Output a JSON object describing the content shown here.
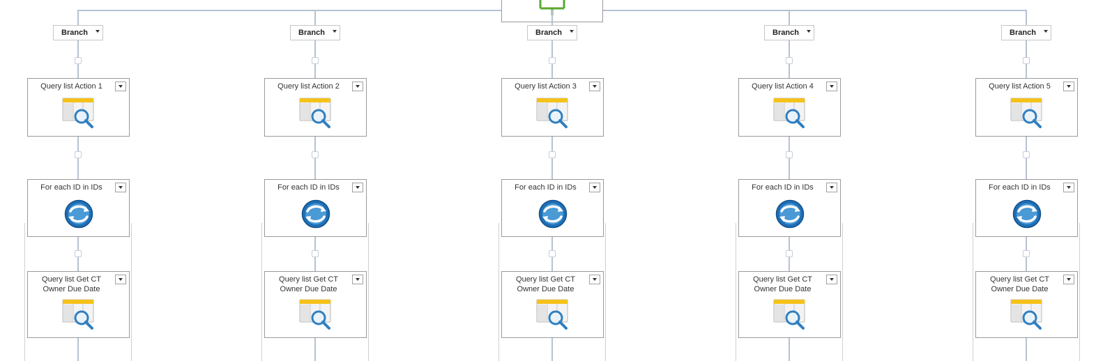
{
  "workflow": {
    "root": {
      "icon": "parallel-block-icon"
    },
    "branches": [
      {
        "branch_label": "Branch",
        "query_action": {
          "title": "Query list Action 1",
          "icon": "query-list-icon"
        },
        "loop_action": {
          "title": "For each ID in IDs",
          "icon": "loop-icon"
        },
        "inner_action": {
          "title": "Query list Get CT Owner Due Date",
          "icon": "query-list-icon"
        }
      },
      {
        "branch_label": "Branch",
        "query_action": {
          "title": "Query list Action 2",
          "icon": "query-list-icon"
        },
        "loop_action": {
          "title": "For each ID in IDs",
          "icon": "loop-icon"
        },
        "inner_action": {
          "title": "Query list Get CT Owner Due Date",
          "icon": "query-list-icon"
        }
      },
      {
        "branch_label": "Branch",
        "query_action": {
          "title": "Query list Action 3",
          "icon": "query-list-icon"
        },
        "loop_action": {
          "title": "For each ID in IDs",
          "icon": "loop-icon"
        },
        "inner_action": {
          "title": "Query list Get CT Owner Due Date",
          "icon": "query-list-icon"
        }
      },
      {
        "branch_label": "Branch",
        "query_action": {
          "title": "Query list Action 4",
          "icon": "query-list-icon"
        },
        "loop_action": {
          "title": "For each ID in IDs",
          "icon": "loop-icon"
        },
        "inner_action": {
          "title": "Query list Get CT Owner Due Date",
          "icon": "query-list-icon"
        }
      },
      {
        "branch_label": "Branch",
        "query_action": {
          "title": "Query list Action 5",
          "icon": "query-list-icon"
        },
        "loop_action": {
          "title": "For each ID in IDs",
          "icon": "loop-icon"
        },
        "inner_action": {
          "title": "Query list Get CT Owner Due Date",
          "icon": "query-list-icon"
        }
      }
    ]
  },
  "colors": {
    "connector_line": "#b4c2d3",
    "parallel_icon": "#5aa832",
    "query_header": "#f5c21a",
    "magnifier": "#2f7fc1",
    "loop_circle": "#1f6fb5"
  }
}
